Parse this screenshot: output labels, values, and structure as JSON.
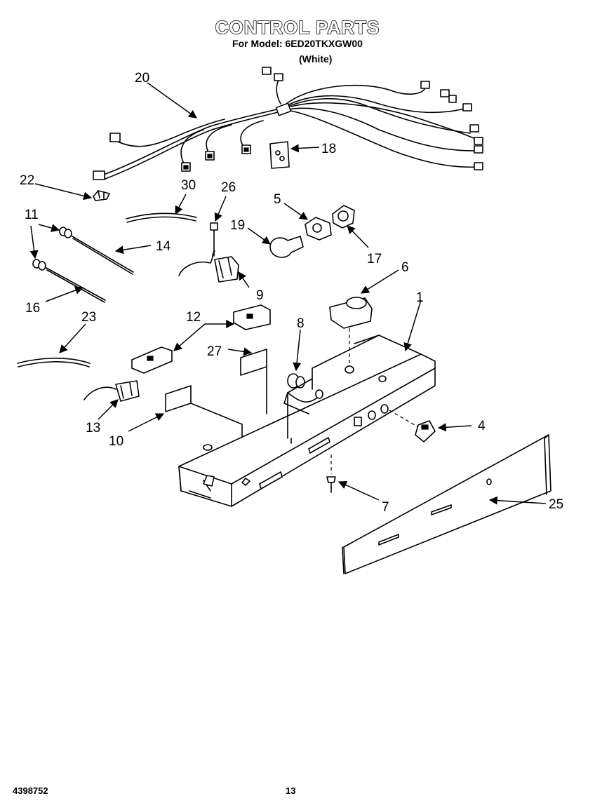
{
  "header": {
    "title": "CONTROL PARTS",
    "subtitle": "For Model: 6ED20TKXGW00",
    "variant": "(White)"
  },
  "footer": {
    "doc_number": "4398752",
    "page_number": "13"
  },
  "callouts": [
    "20",
    "18",
    "22",
    "30",
    "26",
    "5",
    "11",
    "19",
    "17",
    "14",
    "6",
    "9",
    "16",
    "23",
    "12",
    "1",
    "8",
    "27",
    "4",
    "13",
    "10",
    "7",
    "25"
  ]
}
